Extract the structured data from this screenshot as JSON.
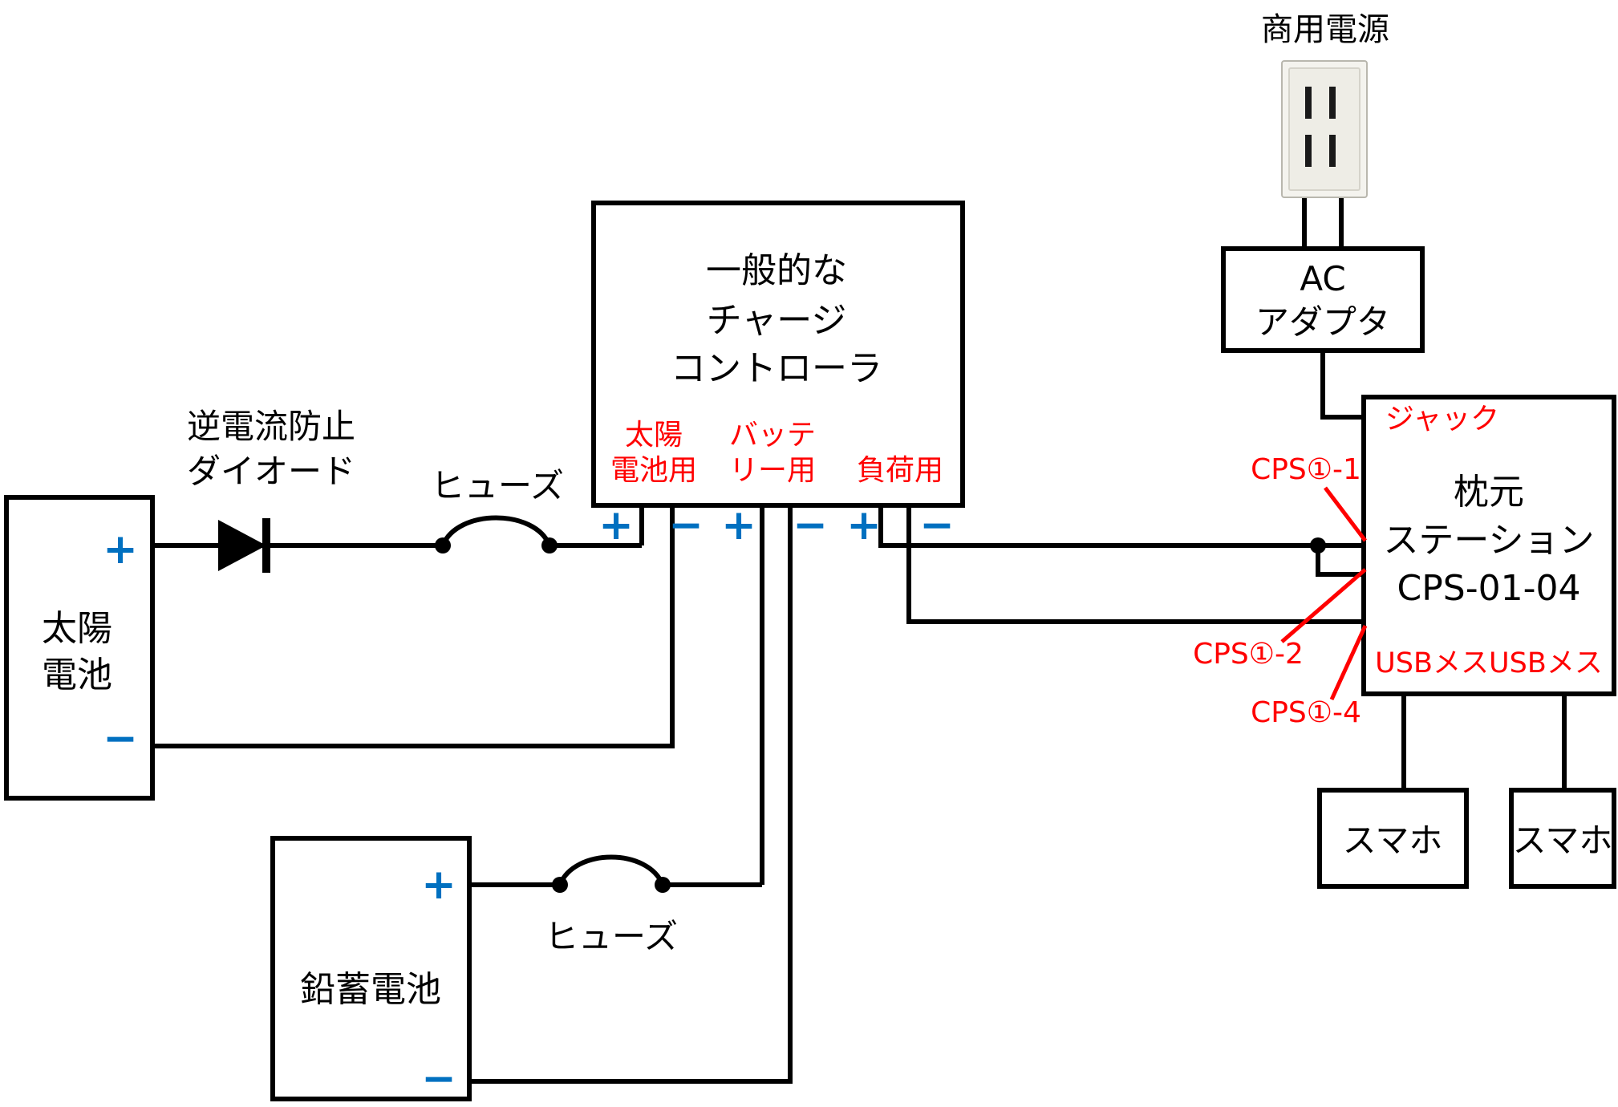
{
  "colors": {
    "wire": "#000000",
    "red": "#ff0000",
    "blue": "#0070c0",
    "box_fill": "#ffffff",
    "background": "#ffffff",
    "outlet_plate": "#f4f3ee",
    "outlet_inner": "#eeede6",
    "outlet_border": "#b9b7ae",
    "outlet_slot": "#1a1a1a"
  },
  "power": {
    "commercial_label": "商用電源",
    "ac_adapter_line1": "AC",
    "ac_adapter_line2": "アダプタ"
  },
  "station": {
    "jack_label": "ジャック",
    "name_line1": "枕元",
    "name_line2": "ステーション",
    "name_line3": "CPS-01-04",
    "usb_label": "USBメスUSBメス",
    "pin1_label": "CPS①-1",
    "pin2_label": "CPS①-2",
    "pin4_label": "CPS①-4"
  },
  "phones": {
    "left_label": "スマホ",
    "right_label": "スマホ"
  },
  "controller": {
    "title_line1": "一般的な",
    "title_line2": "チャージ",
    "title_line3": "コントローラ",
    "solar_terminal_line1": "太陽",
    "solar_terminal_line2": "電池用",
    "battery_terminal_line1": "バッテ",
    "battery_terminal_line2": "リー用",
    "load_terminal": "負荷用"
  },
  "solar": {
    "name_line1": "太陽",
    "name_line2": "電池"
  },
  "diode": {
    "label_line1": "逆電流防止",
    "label_line2": "ダイオード"
  },
  "fuses": {
    "top_label": "ヒューズ",
    "bottom_label": "ヒューズ"
  },
  "battery": {
    "name": "鉛蓄電池"
  },
  "signs": {
    "plus": "+",
    "minus": "−"
  }
}
